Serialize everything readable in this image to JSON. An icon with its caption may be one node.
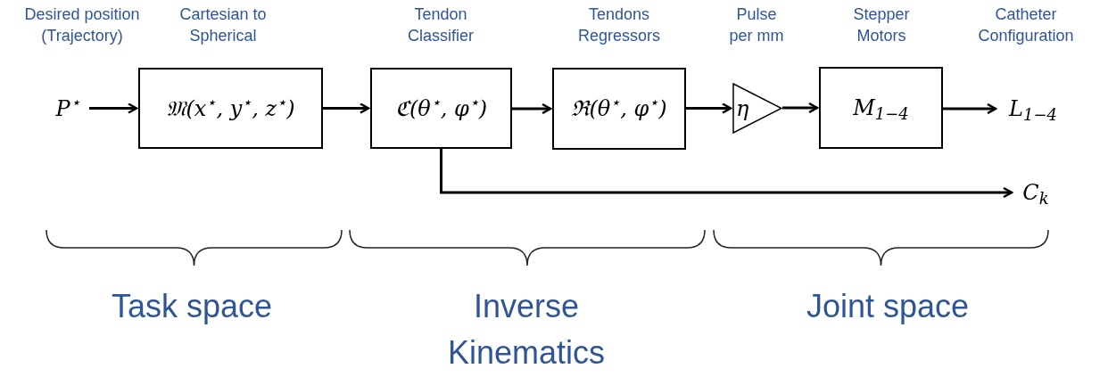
{
  "diagram": {
    "nodes": [
      {
        "text": [
          "Desired position (Trajectory)",
          "P$^{⋆}$"
        ]
      },
      {
        "text": [
          "Cartesian to Spherical",
          "𝔐(x$^{⋆}$, y$^{⋆}$, z$^{⋆}$)"
        ]
      },
      {
        "text": [
          "Tendon Classifier",
          "ℭ(θ$^{⋆}$, φ$^{⋆}$)"
        ]
      },
      {
        "text": [
          "Tendons Regressors",
          "ℜ(θ$^{⋆}$, φ$^{⋆}$)"
        ]
      },
      {
        "text": [
          "Pulse per mm",
          "η"
        ]
      },
      {
        "text": [
          "Stepper Motors",
          "M$_{1−4}$"
        ]
      },
      {
        "text": [
          "Catheter Configuration",
          "L$_{1−4}$"
        ]
      },
      {
        "text": [
          "C$_{k}$"
        ]
      }
    ],
    "edges": [
      {
        "from": 0,
        "to": 1,
        "arrow": "to"
      },
      {
        "from": 1,
        "to": 2,
        "arrow": "to"
      },
      {
        "from": 2,
        "to": 3,
        "arrow": "to"
      },
      {
        "from": 3,
        "to": 4,
        "arrow": "to"
      },
      {
        "from": 4,
        "to": 5,
        "arrow": "to"
      },
      {
        "from": 5,
        "to": 6,
        "arrow": "to"
      },
      {
        "from": 2,
        "to": 7,
        "arrow": "to"
      }
    ],
    "labels": [
      "Task space",
      "Inverse Kinematics",
      "Joint space"
    ]
  }
}
